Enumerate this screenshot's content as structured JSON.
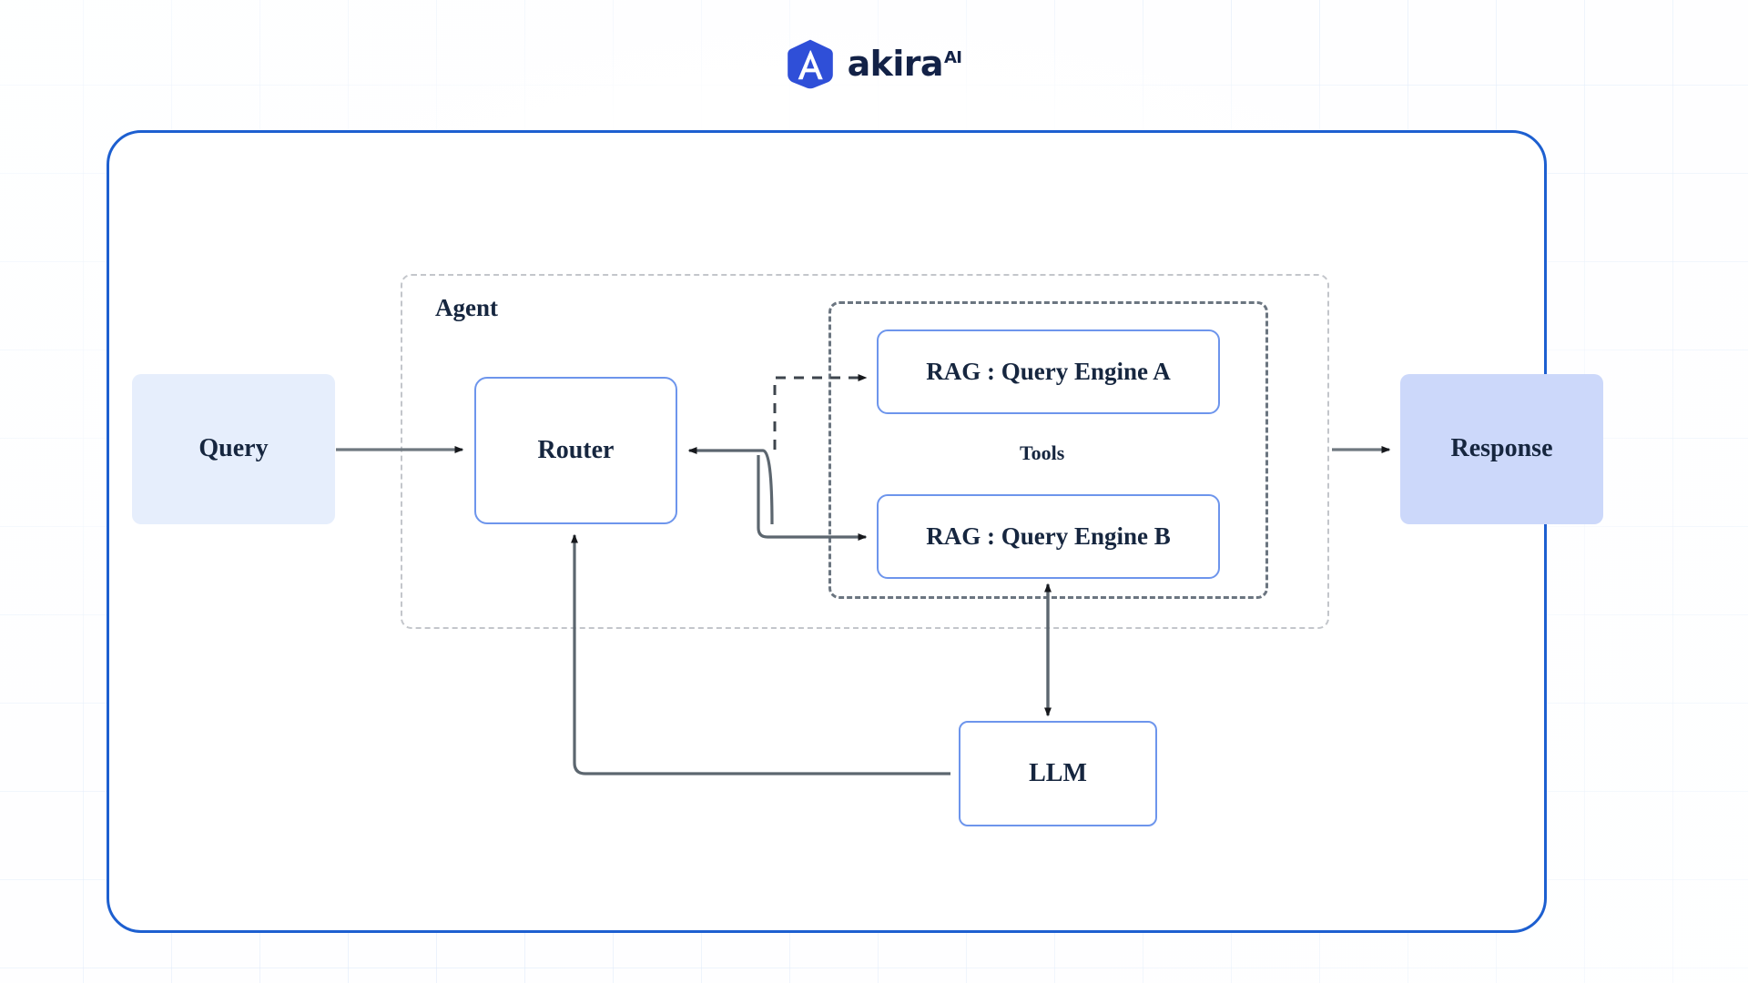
{
  "brand": {
    "logo_icon": "akira-hexagon-logo-icon",
    "name": "akira",
    "superscript": "AI",
    "logo_color": "#2f4fd8",
    "text_color": "#132247"
  },
  "canvas": {
    "border_color": "#1d5fd0",
    "background": "#ffffff"
  },
  "groups": [
    {
      "id": "agent",
      "label": "Agent",
      "border_style": "dashed",
      "border_color": "#c3c6cb"
    },
    {
      "id": "tools",
      "label": "Tools",
      "border_style": "dashed",
      "border_color": "#6b7580"
    }
  ],
  "nodes": [
    {
      "id": "query",
      "label": "Query",
      "fill": "#e6eefc",
      "border": "none",
      "shape": "rounded-rect"
    },
    {
      "id": "router",
      "label": "Router",
      "fill": "#ffffff",
      "border": "#6d95ec",
      "shape": "rounded-rect"
    },
    {
      "id": "rag_a",
      "label": "RAG : Query Engine A",
      "fill": "#ffffff",
      "border": "#6d95ec",
      "shape": "rounded-rect"
    },
    {
      "id": "rag_b",
      "label": "RAG : Query Engine B",
      "fill": "#ffffff",
      "border": "#6d95ec",
      "shape": "rounded-rect"
    },
    {
      "id": "llm",
      "label": "LLM",
      "fill": "#ffffff",
      "border": "#6d95ec",
      "shape": "rounded-rect"
    },
    {
      "id": "response",
      "label": "Response",
      "fill": "#ccd8fa",
      "border": "none",
      "shape": "rounded-rect"
    }
  ],
  "edges": [
    {
      "id": "query-to-router",
      "from": "query",
      "to": "router",
      "style": "solid",
      "arrow": "single"
    },
    {
      "id": "router-to-rag-a",
      "from": "router",
      "to": "rag_a",
      "style": "dashed",
      "arrow": "single"
    },
    {
      "id": "router-to-rag-b",
      "from": "router",
      "to": "rag_b",
      "style": "solid",
      "arrow": "single"
    },
    {
      "id": "tools-to-router",
      "from": "rag_b",
      "to": "router",
      "style": "solid",
      "arrow": "single"
    },
    {
      "id": "rag-b-to-llm",
      "from": "rag_b",
      "to": "llm",
      "style": "solid",
      "arrow": "double"
    },
    {
      "id": "llm-to-router",
      "from": "llm",
      "to": "router",
      "style": "solid",
      "arrow": "single"
    },
    {
      "id": "agent-to-response",
      "from": "agent",
      "to": "response",
      "style": "solid",
      "arrow": "single"
    }
  ],
  "edge_color": "#4a5663",
  "text_color": "#16263f"
}
